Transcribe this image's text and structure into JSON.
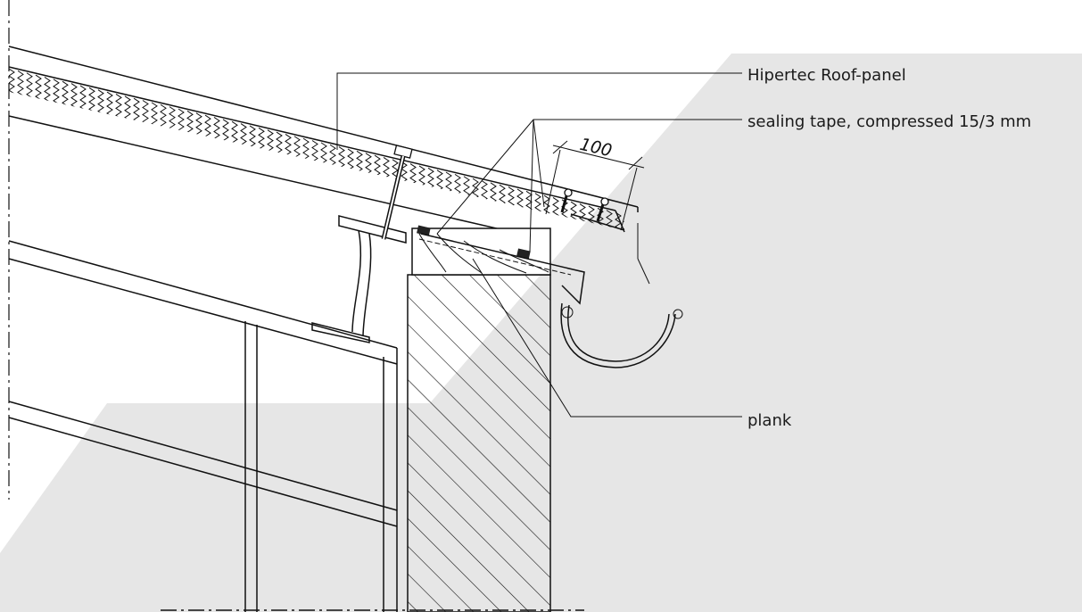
{
  "labels": {
    "roof_panel": "Hipertec Roof-panel",
    "sealing_tape": "sealing tape, compressed 15/3 mm",
    "plank": "plank"
  },
  "dimension": {
    "value": "100"
  },
  "colors": {
    "background_band": "#e6e6e6",
    "line": "#111111",
    "paper": "#ffffff"
  }
}
